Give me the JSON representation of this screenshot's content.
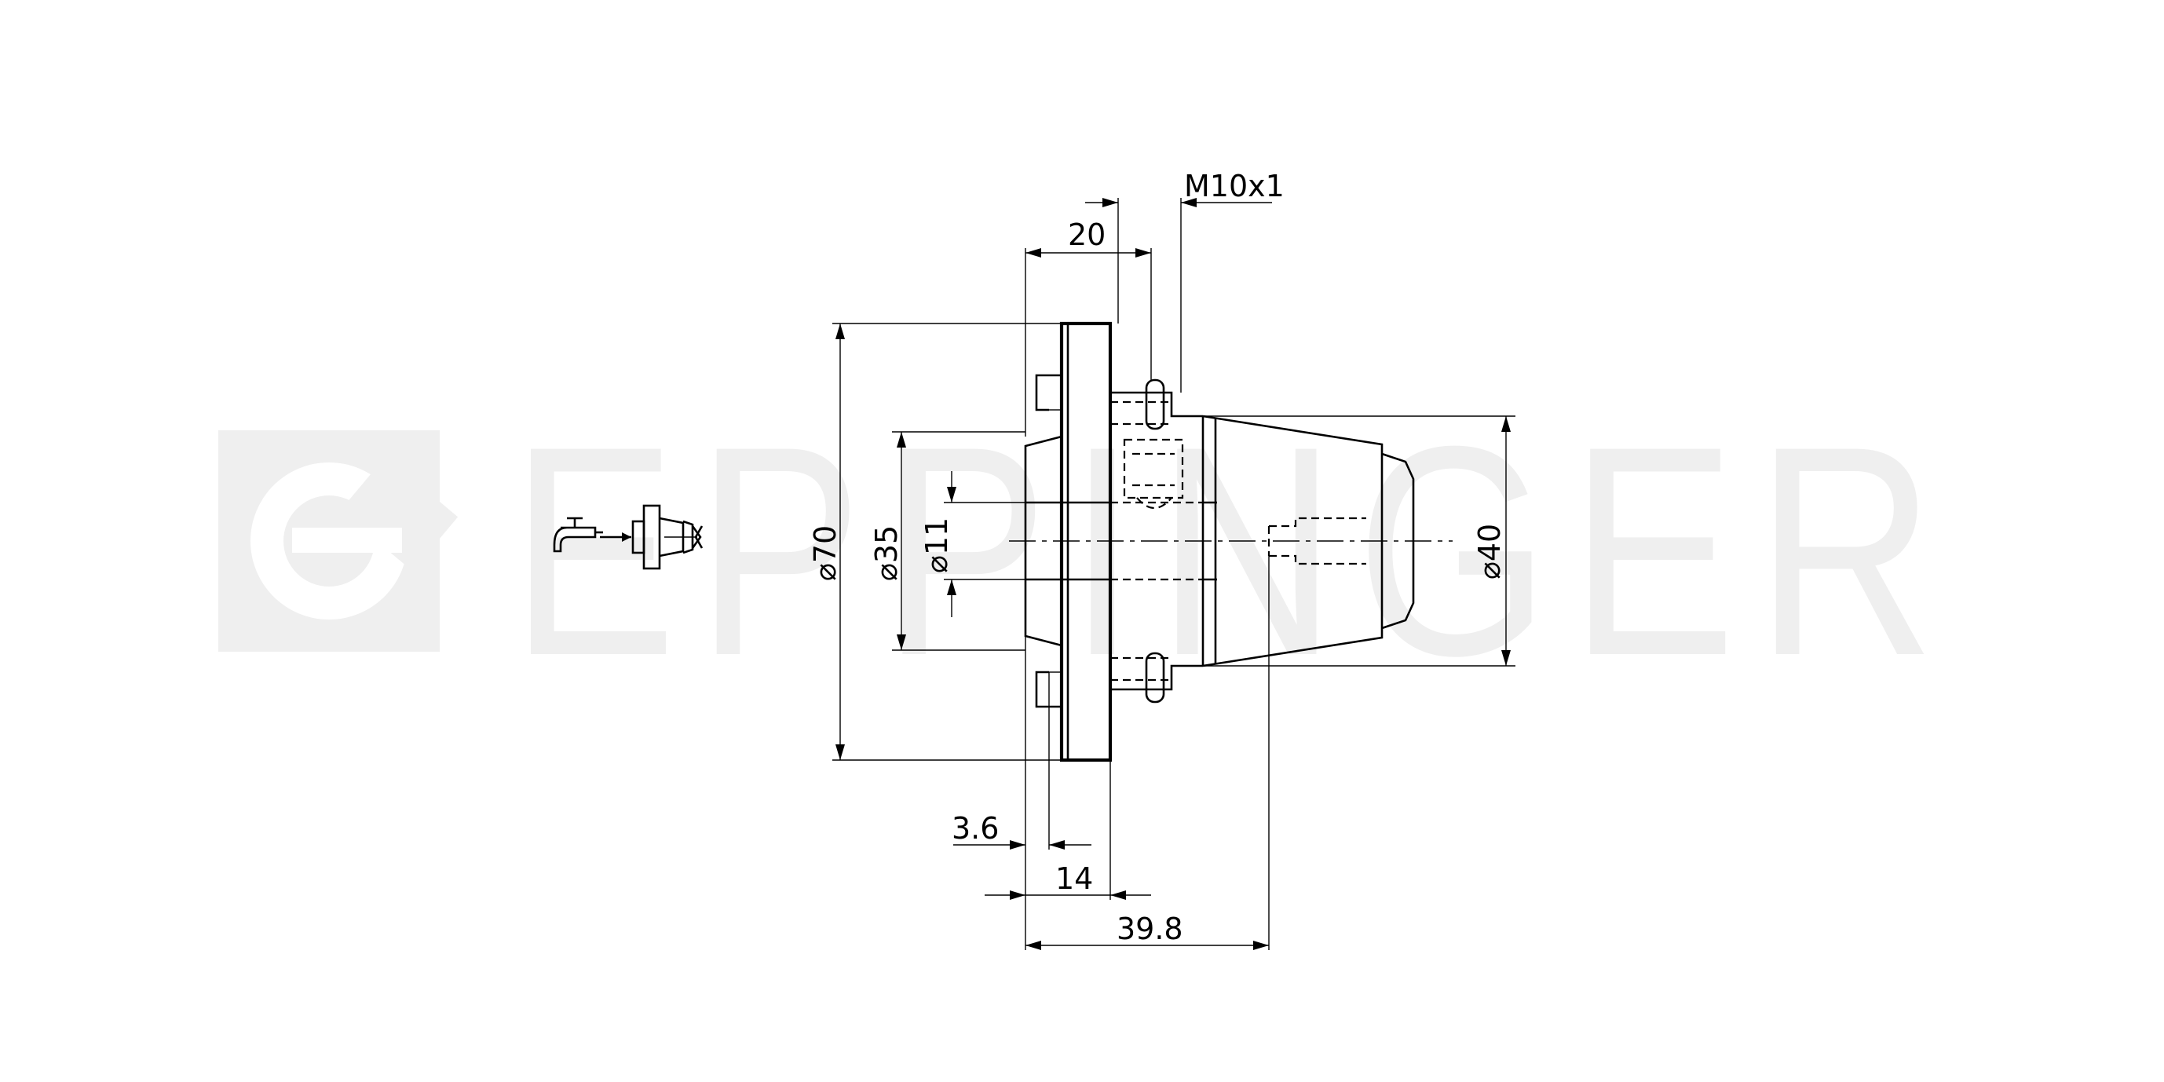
{
  "watermark": {
    "brand": "EPPINGER",
    "color": "#efefef"
  },
  "icons": {
    "coolant": "coolant-tap-icon",
    "tool": "tool-holder-icon"
  },
  "dimensions": {
    "thread": "M10x1",
    "length_20": "20",
    "dia_70": "⌀70",
    "dia_35": "⌀35",
    "dia_11": "⌀11",
    "dia_40": "⌀40",
    "length_3_6": "3.6",
    "length_14": "14",
    "length_39_8": "39.8"
  }
}
